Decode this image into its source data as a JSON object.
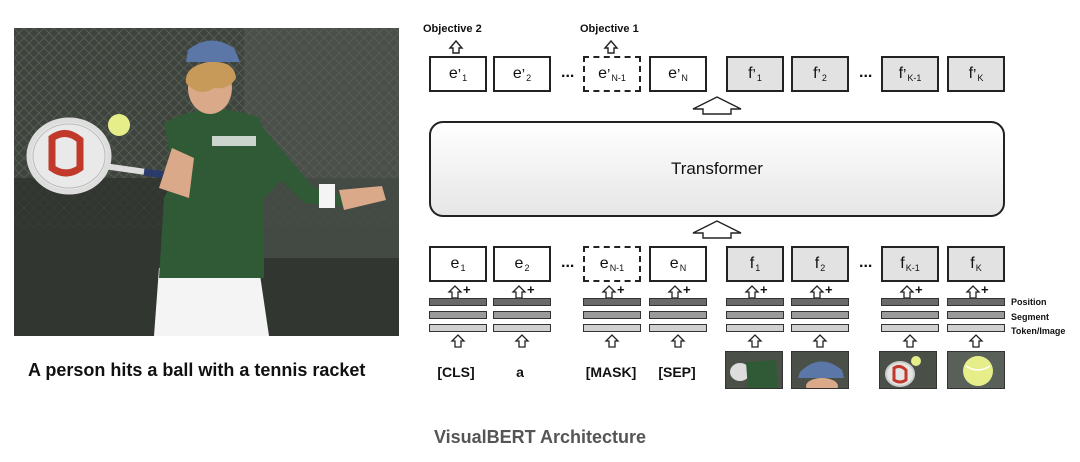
{
  "photo_caption": "A person hits a ball with a tennis racket",
  "objectives": [
    "Objective 2",
    "Objective 1"
  ],
  "transformer_label": "Transformer",
  "output_tokens": [
    {
      "base": "e",
      "prime": "’",
      "sub": "1"
    },
    {
      "base": "e",
      "prime": "’",
      "sub": "2"
    },
    {
      "base": "e",
      "prime": "’",
      "sub": "N-1"
    },
    {
      "base": "e",
      "prime": "’",
      "sub": "N"
    },
    {
      "base": "f",
      "prime": "’",
      "sub": "1"
    },
    {
      "base": "f",
      "prime": "’",
      "sub": "2"
    },
    {
      "base": "f",
      "prime": "’",
      "sub": "K-1"
    },
    {
      "base": "f",
      "prime": "’",
      "sub": "K"
    }
  ],
  "input_tokens": [
    {
      "base": "e",
      "sub": "1"
    },
    {
      "base": "e",
      "sub": "2"
    },
    {
      "base": "e",
      "sub": "N-1"
    },
    {
      "base": "e",
      "sub": "N"
    },
    {
      "base": "f",
      "sub": "1"
    },
    {
      "base": "f",
      "sub": "2"
    },
    {
      "base": "f",
      "sub": "K-1"
    },
    {
      "base": "f",
      "sub": "K"
    }
  ],
  "ellipsis": "...",
  "plus_sign": "+",
  "layer_labels": [
    "Position",
    "Segment",
    "Token/Image"
  ],
  "text_inputs": [
    "[CLS]",
    "a",
    "[MASK]",
    "[SEP]"
  ],
  "title": "VisualBERT Architecture",
  "colors": {
    "jersey": "#2f5a35",
    "cap": "#5a77a8",
    "racket": "#c0392b",
    "ball": "#e6ee8a",
    "gray_token": "#e2e2e2"
  }
}
